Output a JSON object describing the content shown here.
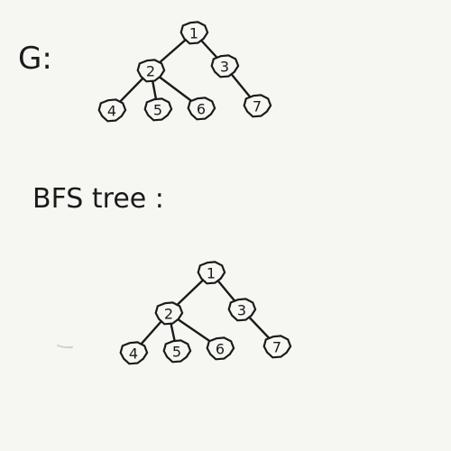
{
  "graph_section": {
    "label": "G:",
    "nodes": [
      {
        "id": "1",
        "label": "1"
      },
      {
        "id": "2",
        "label": "2"
      },
      {
        "id": "3",
        "label": "3"
      },
      {
        "id": "4",
        "label": "4"
      },
      {
        "id": "5",
        "label": "5"
      },
      {
        "id": "6",
        "label": "6"
      },
      {
        "id": "7",
        "label": "7"
      }
    ],
    "edges": [
      [
        "1",
        "2"
      ],
      [
        "1",
        "3"
      ],
      [
        "2",
        "4"
      ],
      [
        "2",
        "5"
      ],
      [
        "2",
        "6"
      ],
      [
        "3",
        "7"
      ]
    ]
  },
  "tree_section": {
    "label": "BFS tree :",
    "nodes": [
      {
        "id": "1",
        "label": "1"
      },
      {
        "id": "2",
        "label": "2"
      },
      {
        "id": "3",
        "label": "3"
      },
      {
        "id": "4",
        "label": "4"
      },
      {
        "id": "5",
        "label": "5"
      },
      {
        "id": "6",
        "label": "6"
      },
      {
        "id": "7",
        "label": "7"
      }
    ],
    "edges": [
      [
        "1",
        "2"
      ],
      [
        "1",
        "3"
      ],
      [
        "2",
        "4"
      ],
      [
        "2",
        "5"
      ],
      [
        "2",
        "6"
      ],
      [
        "3",
        "7"
      ]
    ]
  },
  "colors": {
    "ink": "#1a1a1a",
    "paper": "#f6f6f3"
  }
}
